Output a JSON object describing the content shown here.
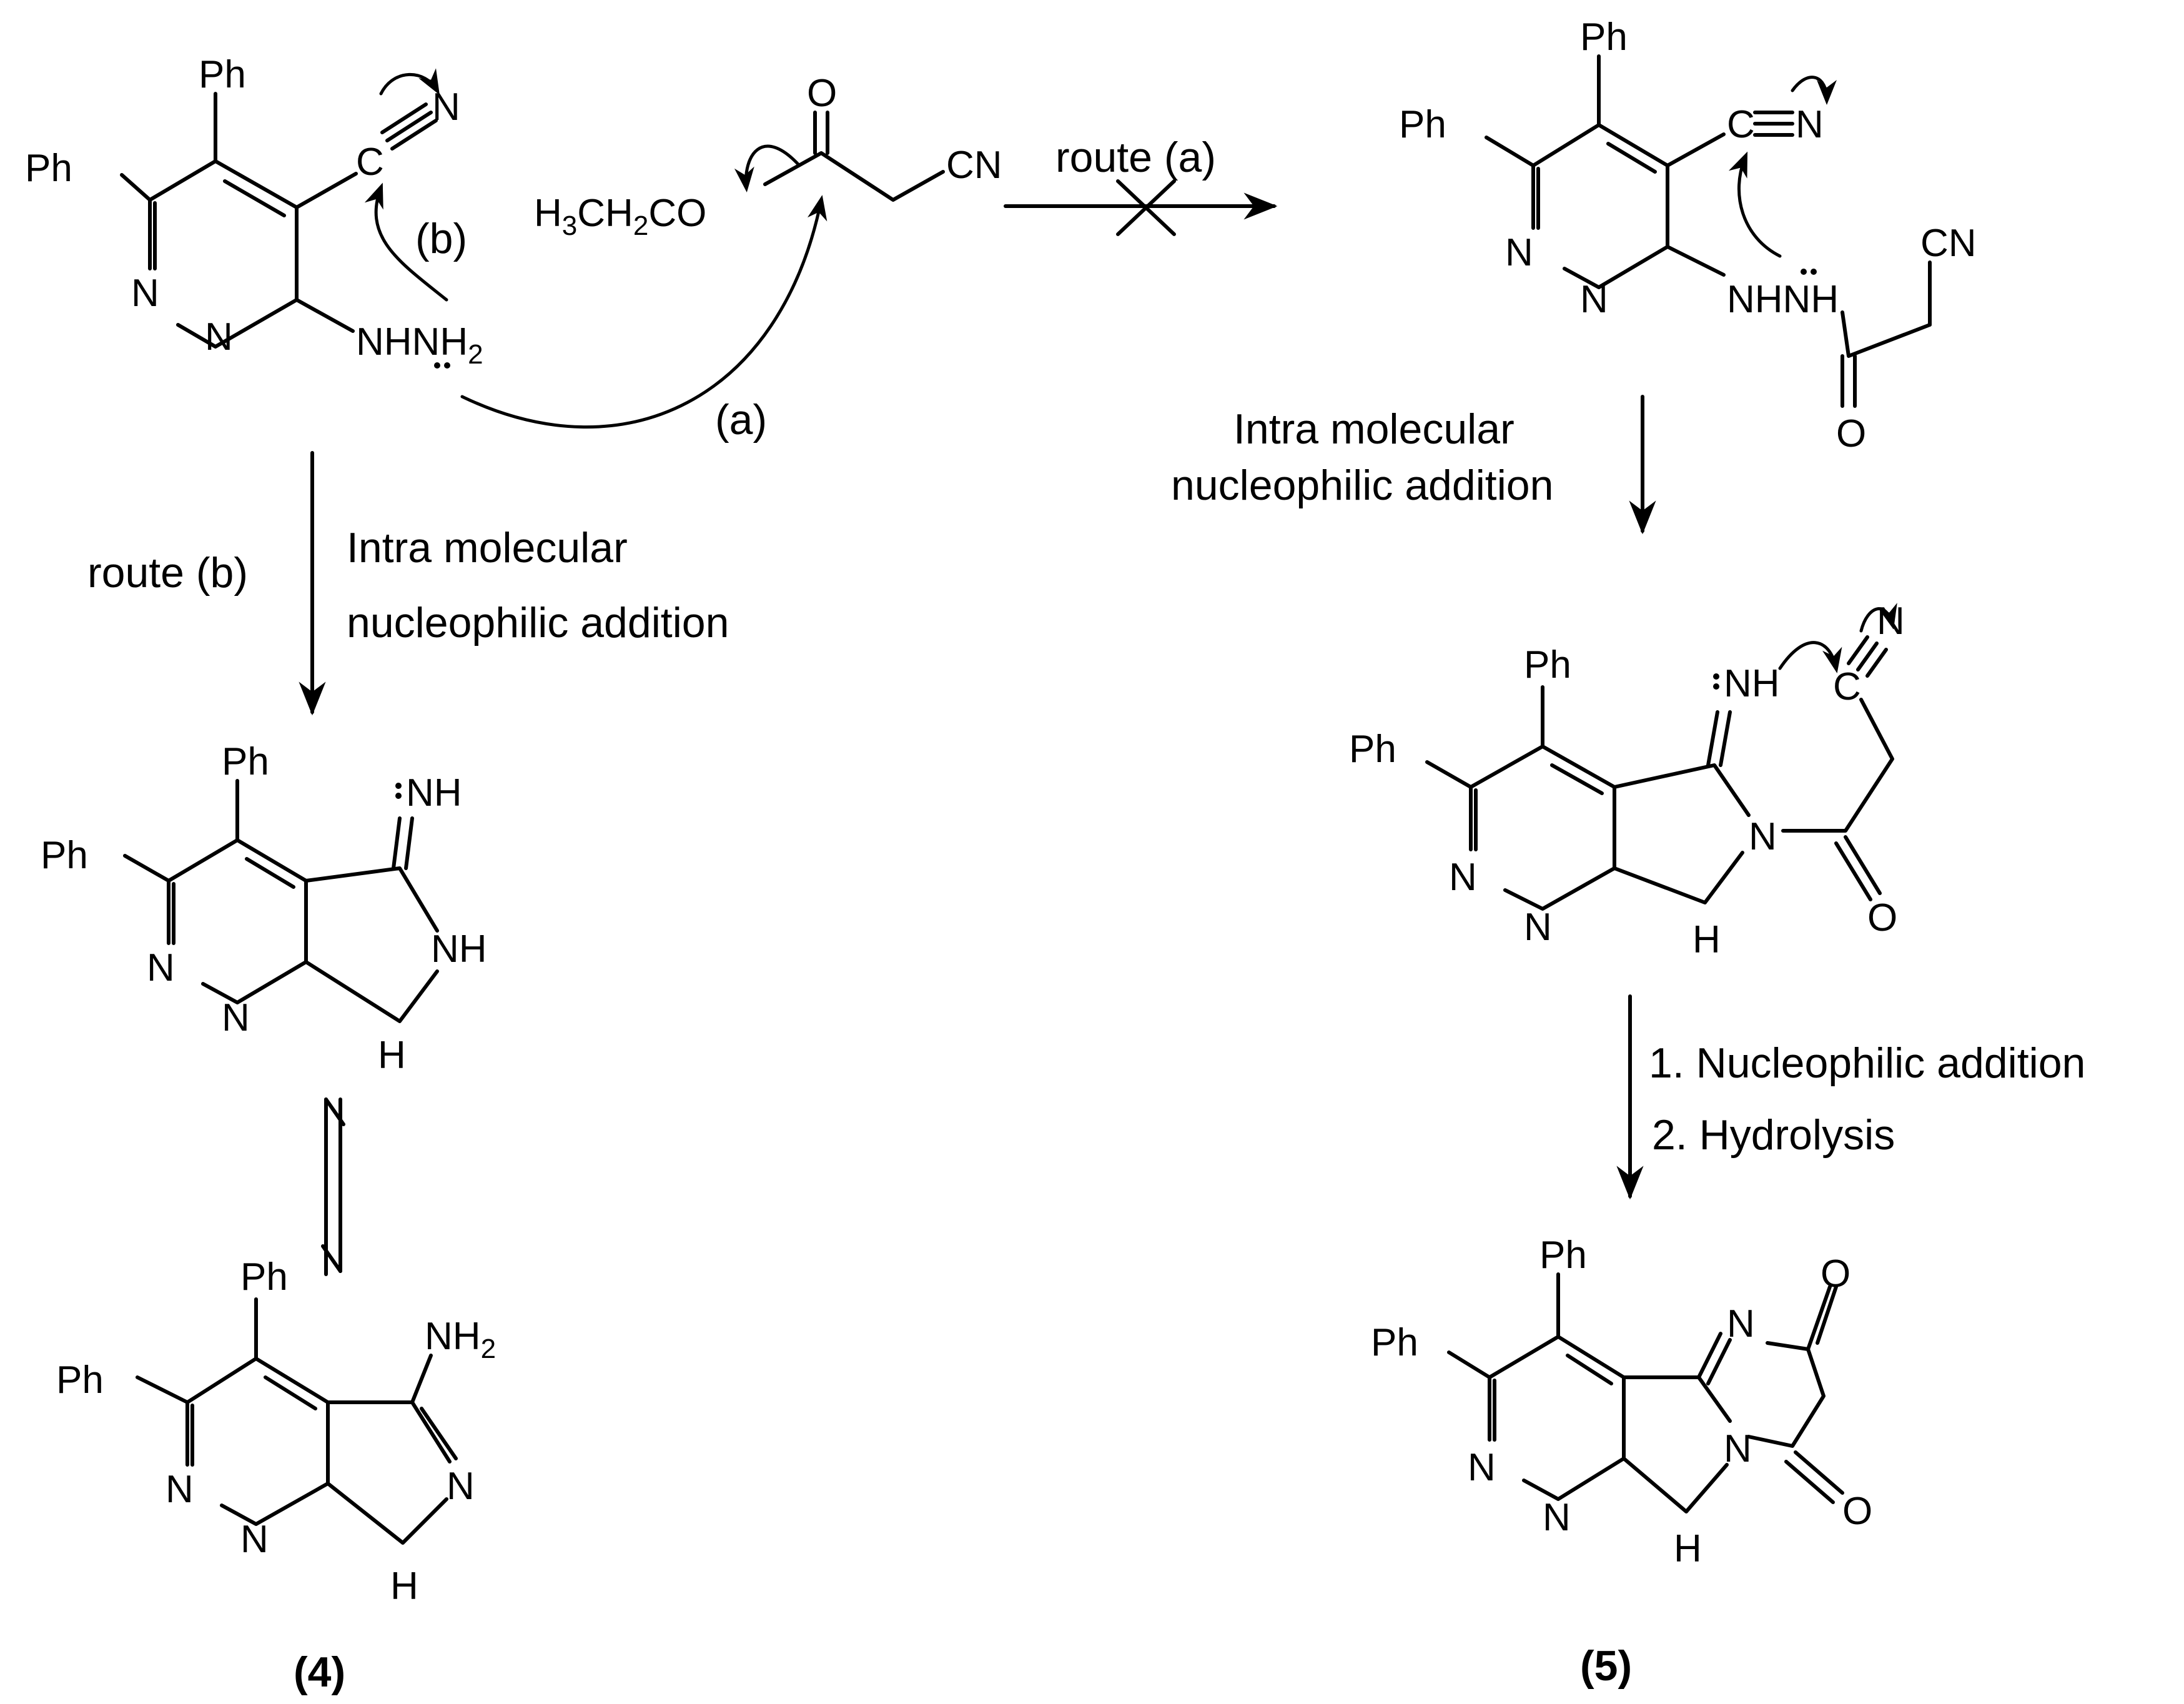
{
  "atoms": {
    "ph": "Ph",
    "n": "N",
    "nh": "NH",
    "h": "H",
    "o": "O",
    "c": "C",
    "cn": "CN",
    "nh2_main": "NH",
    "sub2": "2",
    "nhnh2_main": "NHNH",
    "nhnh": "NHNH",
    "h3": "H",
    "three": "3",
    "ch2o": "CH",
    "co": "CO"
  },
  "labels": {
    "a_paren": "(a)",
    "b_paren": "(b)",
    "route_a": "route (a)",
    "route_b": "route (b)",
    "intra_line1": "Intra molecular",
    "intra_line2": "nucleophilic addition",
    "step1": "1. Nucleophilic addition",
    "step2": "2. Hydrolysis"
  },
  "compounds": {
    "c4": "(4)",
    "c5": "(5)"
  }
}
